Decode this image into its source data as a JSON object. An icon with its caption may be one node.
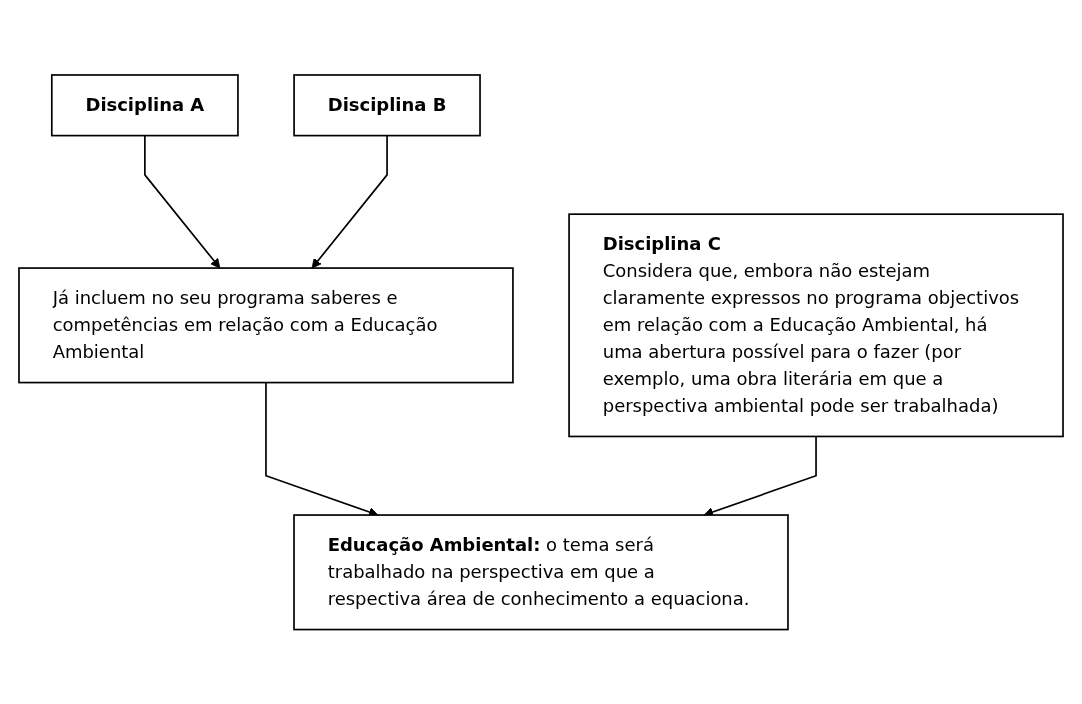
{
  "diagram": {
    "nodes": [
      {
        "text": [
          "**Disciplina A**"
        ]
      },
      {
        "text": [
          "**Disciplina B**"
        ]
      },
      {
        "text": [
          "**Educação Ambiental:** o tema será trabalhado na perspectiva em que a respectiva área de conhecimento a equaciona."
        ]
      },
      {
        "text": [
          "Já incluem no seu programa saberes e competências em relação com a Educação Ambiental"
        ]
      },
      {
        "text": [
          "**Disciplina C**",
          "Considera que, embora não estejam claramente expressos no programa objectivos em relação com a Educação Ambiental, há uma abertura possível para o fazer (por exemplo, uma obra literária em que a perspectiva ambiental pode ser trabalhada)"
        ]
      }
    ],
    "edges": [
      {
        "from": 0,
        "to": 3,
        "arrow": "to"
      },
      {
        "from": 1,
        "to": 3,
        "arrow": "to"
      },
      {
        "from": 3,
        "to": 2,
        "arrow": "to"
      },
      {
        "from": 4,
        "to": 2,
        "arrow": "to"
      }
    ]
  }
}
